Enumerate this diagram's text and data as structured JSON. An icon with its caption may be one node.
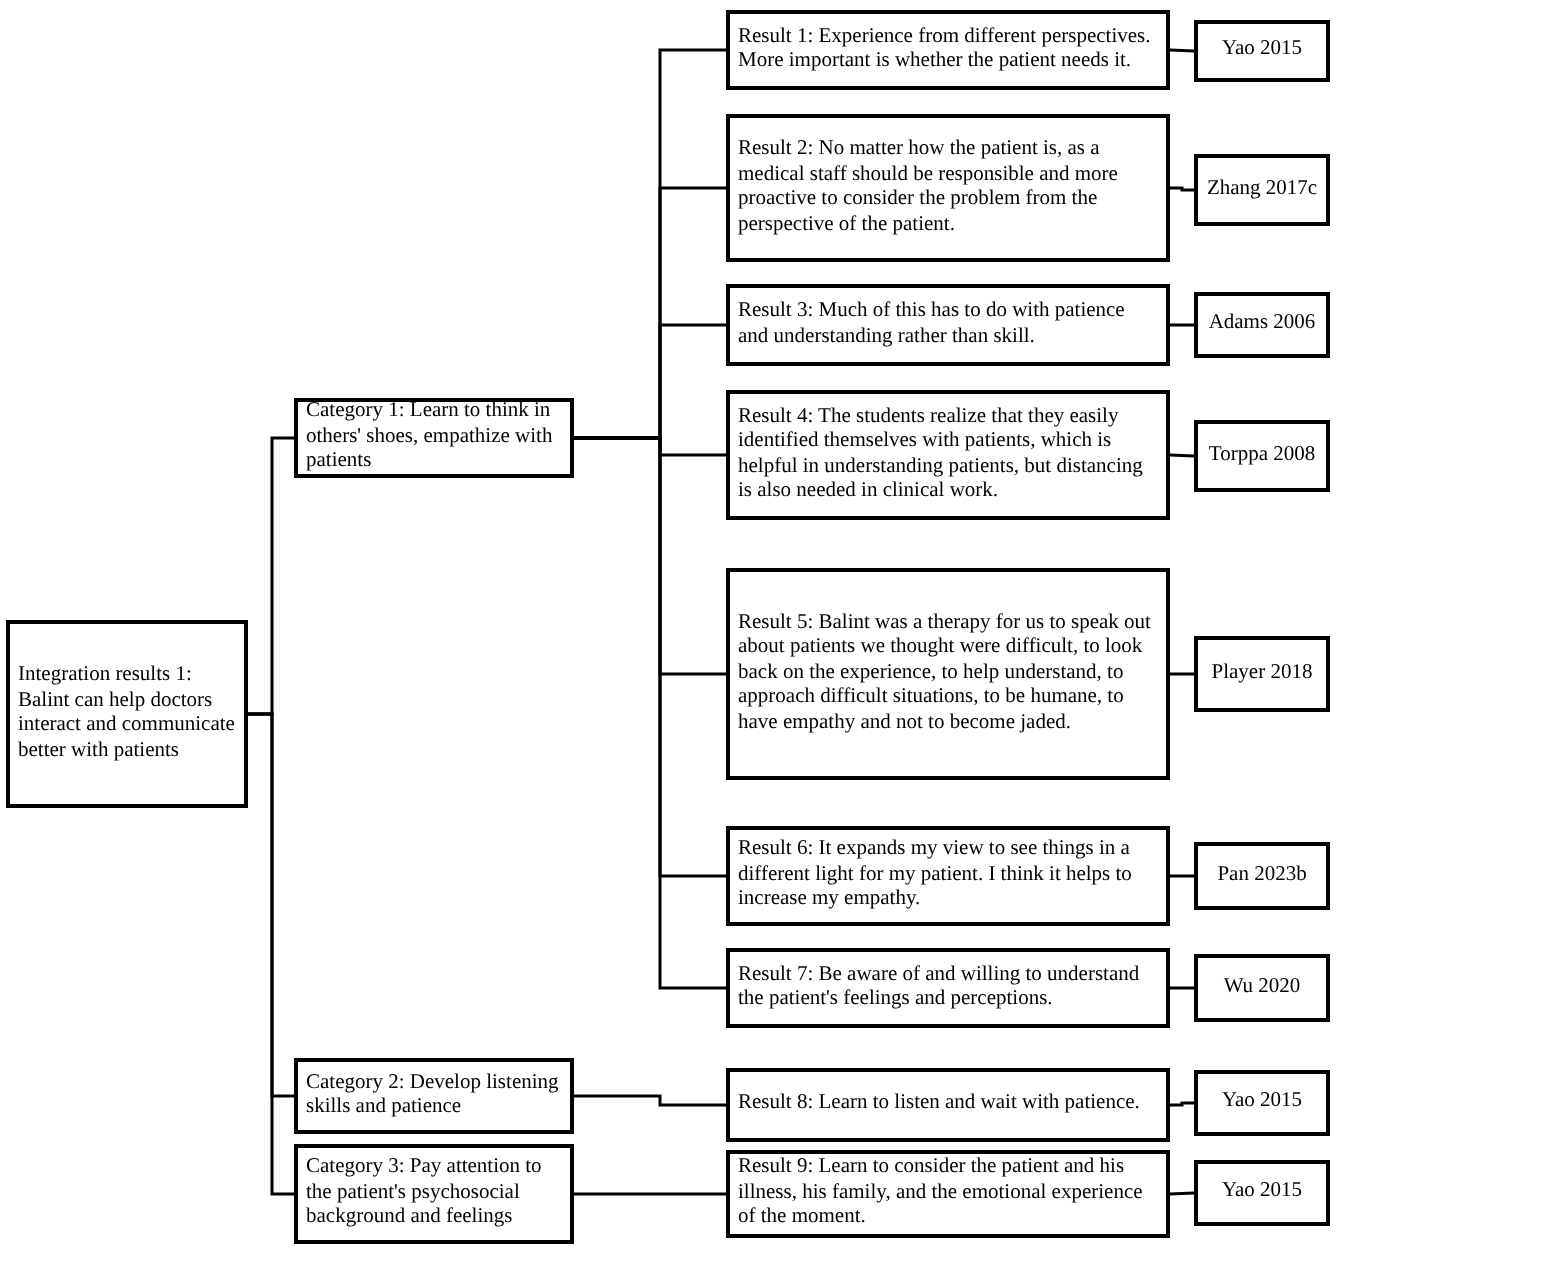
{
  "diagram": {
    "nodes": [
      {
        "text": [
          "Integration results 1: Balint can help doctors interact and communicate better with patients"
        ]
      },
      {
        "text": [
          "Category 1: Learn to think in others' shoes, empathize with patients"
        ]
      },
      {
        "text": [
          "Category 2: Develop listening skills and patience"
        ]
      },
      {
        "text": [
          "Category 3: Pay attention to the patient's psychosocial background and feelings"
        ]
      },
      {
        "text": [
          "Result 1: Experience from different perspectives. More important is whether the patient needs it."
        ]
      },
      {
        "text": [
          "Yao 2015"
        ]
      },
      {
        "text": [
          "Result 2: No matter how the patient is, as a medical staff should be responsible and more proactive to consider the problem from the perspective of the patient."
        ]
      },
      {
        "text": [
          "Zhang 2017c"
        ]
      },
      {
        "text": [
          "Result 3: Much of this has to do with patience and understanding rather than skill."
        ]
      },
      {
        "text": [
          "Adams 2006"
        ]
      },
      {
        "text": [
          "Result 4: The students realize that they easily identified themselves with patients, which is helpful in understanding patients, but distancing is also needed in clinical work."
        ]
      },
      {
        "text": [
          "Torppa 2008"
        ]
      },
      {
        "text": [
          "Result 5: Balint was a therapy for us to speak out about patients we thought were difficult, to look back on the experience, to help understand, to approach difficult situations, to be humane, to have empathy and not to become jaded."
        ]
      },
      {
        "text": [
          "Player 2018"
        ]
      },
      {
        "text": [
          "Result 6: It expands my view to see things in a different light for my patient. I think it helps to increase my empathy."
        ]
      },
      {
        "text": [
          "Pan 2023b"
        ]
      },
      {
        "text": [
          "Result 7: Be aware of and willing to understand the patient's feelings and perceptions."
        ]
      },
      {
        "text": [
          "Wu 2020"
        ]
      },
      {
        "text": [
          "Result 8: Learn to listen and wait with patience."
        ]
      },
      {
        "text": [
          "Yao 2015"
        ]
      },
      {
        "text": [
          "Result 9: Learn to consider the patient and his illness, his family, and the emotional experience of the moment."
        ]
      },
      {
        "text": [
          "Yao 2015"
        ]
      }
    ],
    "edges": [
      {
        "from": 0,
        "to": 1,
        "arrow": "none"
      },
      {
        "from": 0,
        "to": 2,
        "arrow": "none"
      },
      {
        "from": 0,
        "to": 3,
        "arrow": "none"
      },
      {
        "from": 1,
        "to": 4,
        "arrow": "none"
      },
      {
        "from": 1,
        "to": 6,
        "arrow": "none"
      },
      {
        "from": 1,
        "to": 8,
        "arrow": "none"
      },
      {
        "from": 1,
        "to": 10,
        "arrow": "none"
      },
      {
        "from": 1,
        "to": 12,
        "arrow": "none"
      },
      {
        "from": 1,
        "to": 14,
        "arrow": "none"
      },
      {
        "from": 1,
        "to": 16,
        "arrow": "none"
      },
      {
        "from": 2,
        "to": 18,
        "arrow": "none"
      },
      {
        "from": 3,
        "to": 20,
        "arrow": "none"
      },
      {
        "from": 4,
        "to": 5,
        "arrow": "none"
      },
      {
        "from": 6,
        "to": 7,
        "arrow": "none"
      },
      {
        "from": 8,
        "to": 9,
        "arrow": "none"
      },
      {
        "from": 10,
        "to": 11,
        "arrow": "none"
      },
      {
        "from": 12,
        "to": 13,
        "arrow": "none"
      },
      {
        "from": 14,
        "to": 15,
        "arrow": "none"
      },
      {
        "from": 16,
        "to": 17,
        "arrow": "none"
      },
      {
        "from": 18,
        "to": 19,
        "arrow": "none"
      },
      {
        "from": 20,
        "to": 21,
        "arrow": "none"
      }
    ]
  }
}
